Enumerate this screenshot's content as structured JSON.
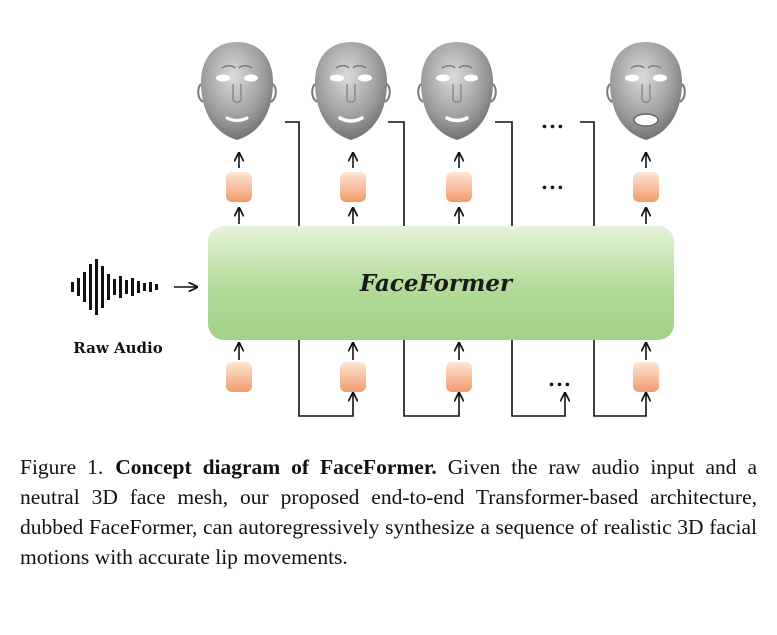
{
  "diagram": {
    "main_block_label": "FaceFormer",
    "input_label": "Raw Audio",
    "ellipsis": "..."
  },
  "caption": {
    "number": "Figure 1.",
    "title": "Concept diagram of FaceFormer.",
    "body": "Given the raw audio input and a neutral 3D face mesh, our proposed end-to-end Transformer-based architecture, dubbed FaceFormer, can autoregressively synthesize a sequence of realistic 3D facial motions with accurate lip movements."
  },
  "colors": {
    "block_top": "#e4f1d8",
    "block_mid": "#a9d48c",
    "token_top": "#fde3d0",
    "token_bottom": "#f2a072",
    "face_light": "#d2d2d2",
    "face_dark": "#6f6f6f"
  },
  "icons": [
    "face-mesh-icon",
    "waveform-icon",
    "arrow-up-icon",
    "arrow-right-icon"
  ]
}
